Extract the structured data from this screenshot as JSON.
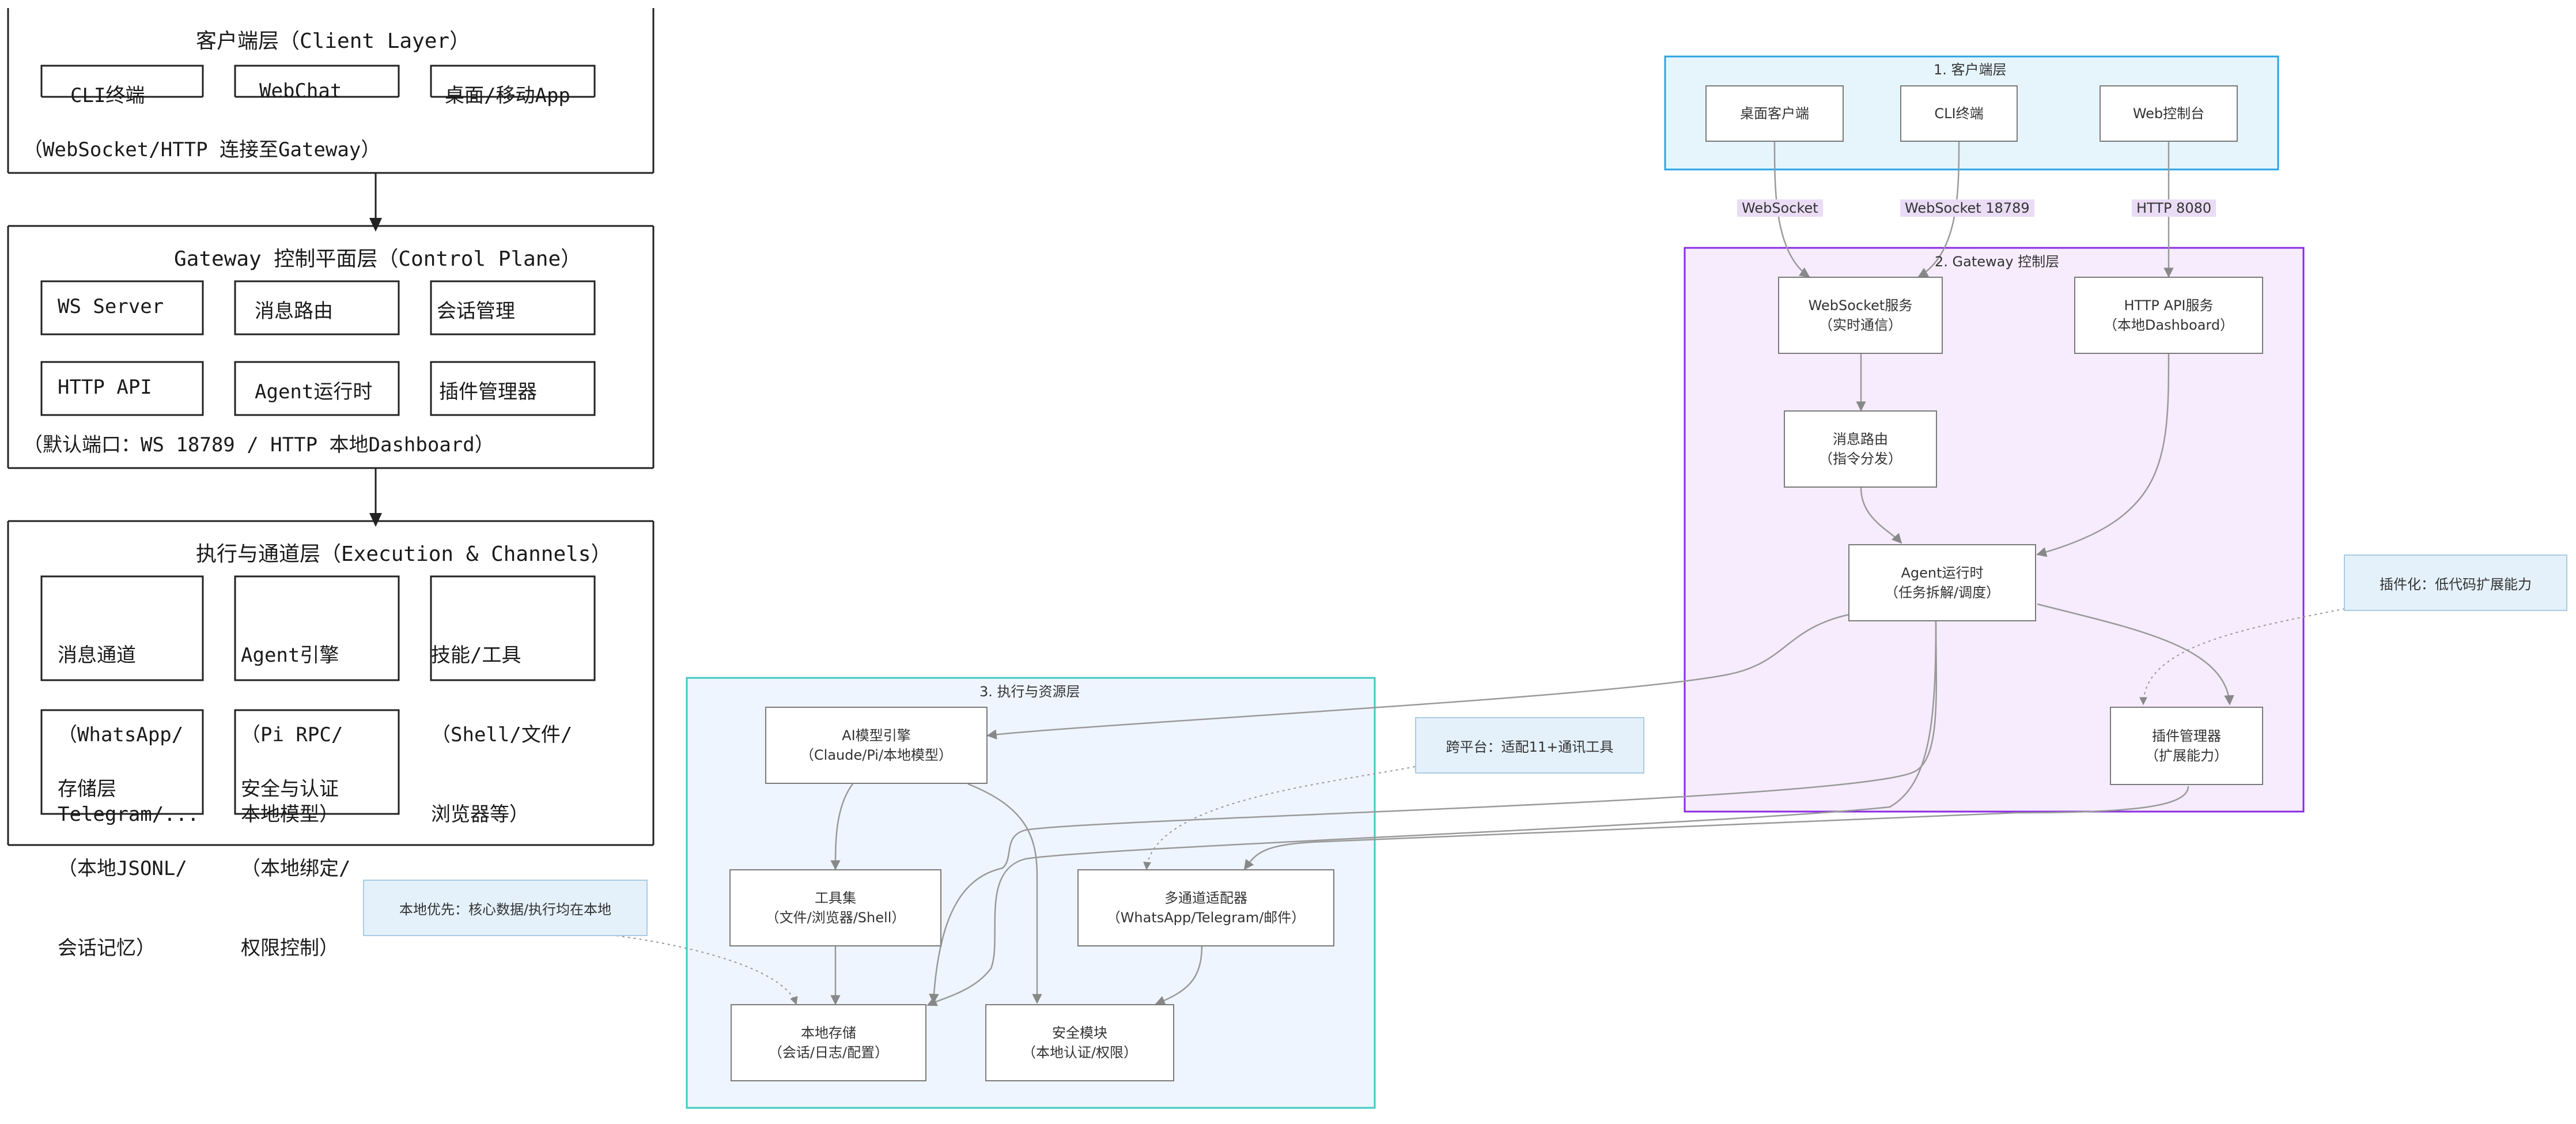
{
  "ascii_diagram": {
    "client_layer": {
      "title": "客户端层（Client Layer）",
      "items": [
        "CLI终端",
        "WebChat",
        "桌面/移动App"
      ],
      "note": "（WebSocket/HTTP 连接至Gateway）"
    },
    "gateway_layer": {
      "title": "Gateway 控制平面层（Control Plane）",
      "row1": [
        "WS Server",
        "消息路由",
        "会话管理"
      ],
      "row2": [
        "HTTP API",
        "Agent运行时",
        "插件管理器"
      ],
      "note": "（默认端口：WS 18789 / HTTP 本地Dashboard）"
    },
    "execution_layer": {
      "title": "执行与通道层（Execution & Channels）",
      "row1": [
        [
          "消息通道",
          "（WhatsApp/",
          "Telegram/..."
        ],
        [
          "Agent引擎",
          "（Pi RPC/",
          "本地模型）"
        ],
        [
          "技能/工具",
          "（Shell/文件/",
          "浏览器等）"
        ]
      ],
      "row2": [
        [
          "存储层",
          "（本地JSONL/",
          "会话记忆）"
        ],
        [
          "安全与认证",
          "（本地绑定/",
          "权限控制）"
        ]
      ]
    }
  },
  "flowchart": {
    "colors": {
      "client_border": "#29a3e3",
      "client_fill": "#e6f5fc",
      "gateway_border": "#8a2be2",
      "gateway_fill": "#f6ecfd",
      "exec_border": "#3ecbc0",
      "exec_fill": "#eff5fe",
      "note_fill": "#e4f1fb",
      "edge_label_fill": "#eadcf5"
    },
    "subgraphs": {
      "client": "1. 客户端层",
      "gateway": "2. Gateway 控制层",
      "exec": "3. 执行与资源层"
    },
    "nodes": {
      "desktop_client": [
        "桌面客户端"
      ],
      "cli_terminal": [
        "CLI终端"
      ],
      "web_console": [
        "Web控制台"
      ],
      "websocket_service": [
        "WebSocket服务",
        "（实时通信）"
      ],
      "http_api_service": [
        "HTTP API服务",
        "（本地Dashboard）"
      ],
      "message_router": [
        "消息路由",
        "（指令分发）"
      ],
      "agent_runtime": [
        "Agent运行时",
        "（任务拆解/调度）"
      ],
      "plugin_manager": [
        "插件管理器",
        "（扩展能力）"
      ],
      "ai_model_engine": [
        "AI模型引擎",
        "（Claude/Pi/本地模型）"
      ],
      "toolset": [
        "工具集",
        "（文件/浏览器/Shell）"
      ],
      "multichannel_adapter": [
        "多通道适配器",
        "（WhatsApp/Telegram/邮件）"
      ],
      "local_storage": [
        "本地存储",
        "（会话/日志/配置）"
      ],
      "security_module": [
        "安全模块",
        "（本地认证/权限）"
      ]
    },
    "edge_labels": {
      "websocket": "WebSocket",
      "websocket_18789": "WebSocket 18789",
      "http_8080": "HTTP 8080"
    },
    "notes": {
      "plugin": "插件化：低代码扩展能力",
      "cross_platform": "跨平台：适配11+通讯工具",
      "local_first": "本地优先：核心数据/执行均在本地"
    }
  }
}
